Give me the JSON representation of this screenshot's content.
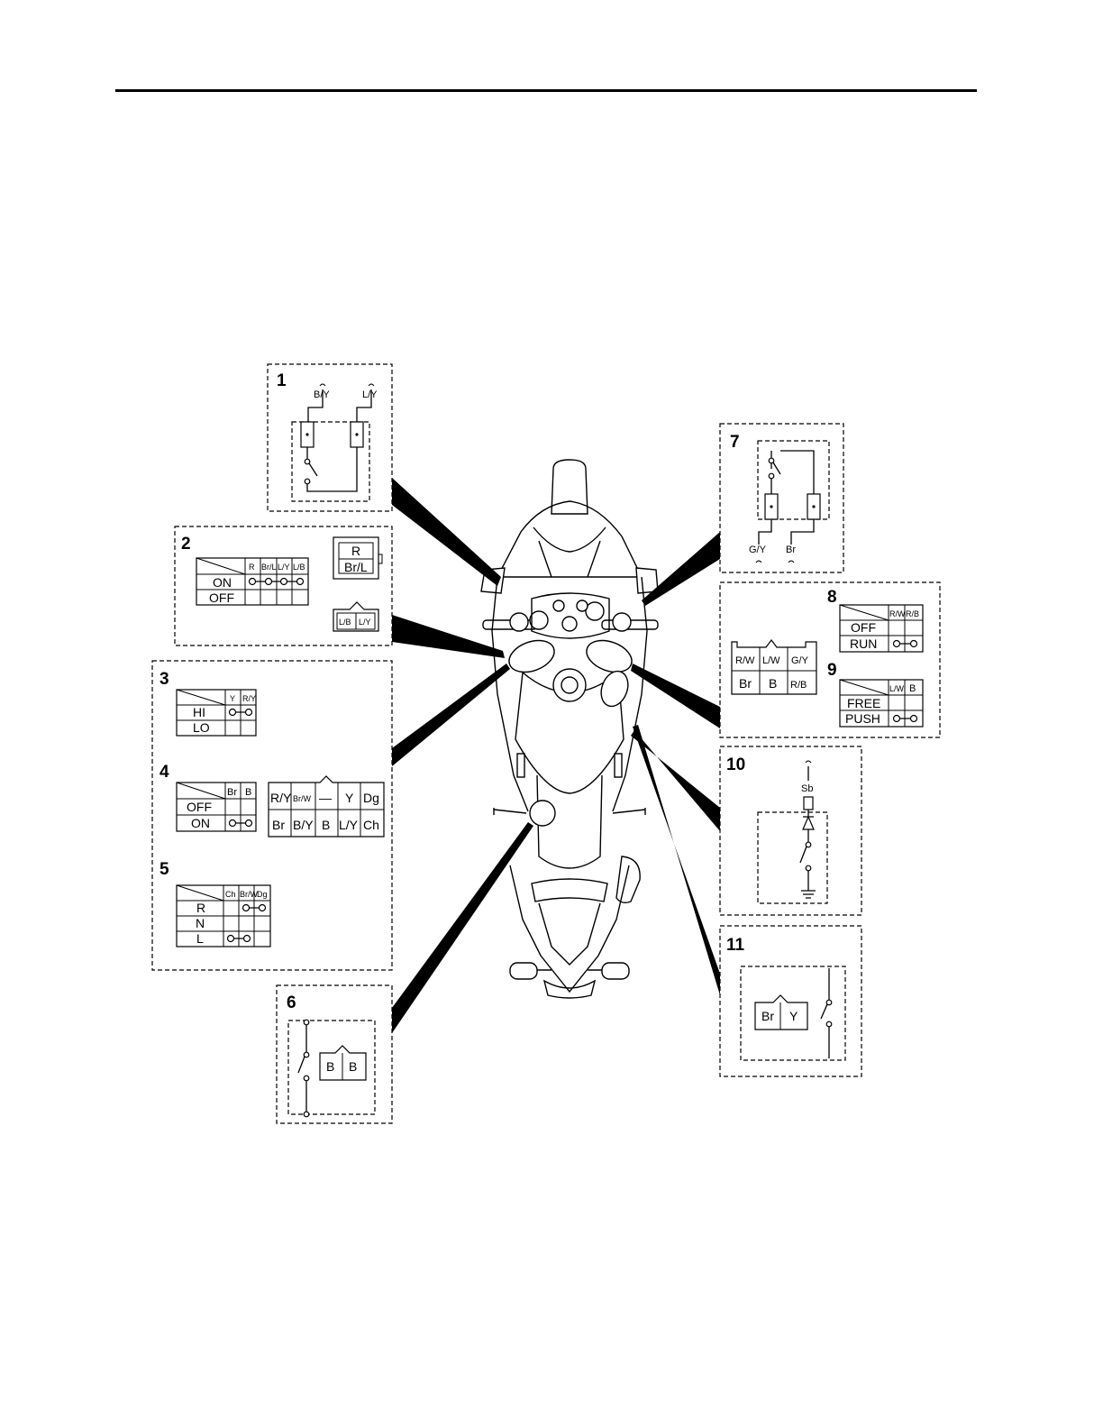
{
  "components": {
    "c1": {
      "number": "1",
      "wires": [
        "B/Y",
        "L/Y"
      ]
    },
    "c2": {
      "number": "2",
      "columns": [
        "R",
        "Br/L",
        "L/Y",
        "L/B"
      ],
      "rows": [
        "ON",
        "OFF"
      ],
      "connector_a": [
        "R",
        "Br/L"
      ],
      "connector_b": [
        "L/B",
        "L/Y"
      ]
    },
    "c3": {
      "number": "3",
      "columns": [
        "Y",
        "R/Y"
      ],
      "rows": [
        "HI",
        "LO"
      ]
    },
    "c4": {
      "number": "4",
      "columns": [
        "Br",
        "B"
      ],
      "rows": [
        "OFF",
        "ON"
      ],
      "connector_top": [
        "R/Y",
        "Br/W",
        "—",
        "Y",
        "Dg"
      ],
      "connector_bottom": [
        "Br",
        "B/Y",
        "B",
        "L/Y",
        "Ch"
      ]
    },
    "c5": {
      "number": "5",
      "columns": [
        "Ch",
        "Br/W",
        "Dg"
      ],
      "rows": [
        "R",
        "N",
        "L"
      ]
    },
    "c6": {
      "number": "6",
      "connector": [
        "B",
        "B"
      ]
    },
    "c7": {
      "number": "7",
      "wires": [
        "G/Y",
        "Br"
      ]
    },
    "c8": {
      "number": "8",
      "columns": [
        "R/W",
        "R/B"
      ],
      "rows": [
        "OFF",
        "RUN"
      ]
    },
    "c9": {
      "number": "9",
      "columns": [
        "L/W",
        "B"
      ],
      "rows": [
        "FREE",
        "PUSH"
      ]
    },
    "c89conn": {
      "top": [
        "R/W",
        "L/W",
        "G/Y"
      ],
      "bottom": [
        "Br",
        "B",
        "R/B"
      ]
    },
    "c10": {
      "number": "10",
      "wire": "Sb"
    },
    "c11": {
      "number": "11",
      "connector": [
        "Br",
        "Y"
      ]
    }
  }
}
